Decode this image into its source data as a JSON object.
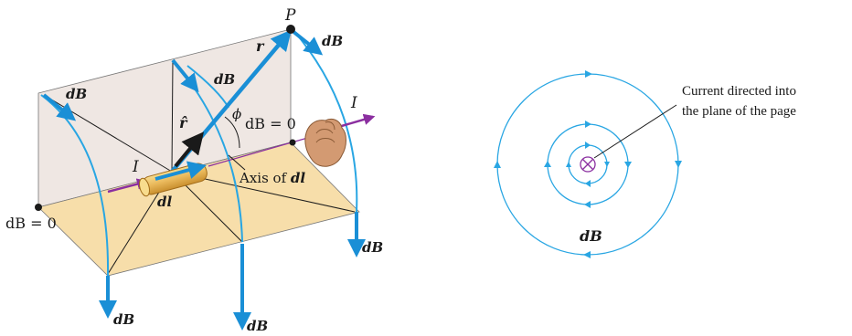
{
  "left_figure": {
    "point_label": "P",
    "r_label": "r",
    "rhat_label": "r̂",
    "phi_label": "ϕ",
    "current_label_left": "I",
    "current_label_right": "I",
    "dl_label": "dl",
    "axis_label_prefix": "Axis of ",
    "axis_label_dl": "dl",
    "db_zero_right": "dB = 0",
    "db_zero_left": "dB = 0",
    "db_label": "dB",
    "colors": {
      "field_arrow": "#1a8fd6",
      "field_curve": "#29a6e3",
      "current": "#8b2fa0",
      "back_plane": "#efe7e3",
      "base_plane": "#f7deaa",
      "conductor": "#e9b85a"
    }
  },
  "right_figure": {
    "caption_line1": "Current directed into",
    "caption_line2": "the plane of the page",
    "db_label": "dB",
    "into_page_symbol": "into-page-cross-icon",
    "colors": {
      "field_lines": "#29a6e3",
      "current_symbol": "#8b2fa0"
    }
  }
}
